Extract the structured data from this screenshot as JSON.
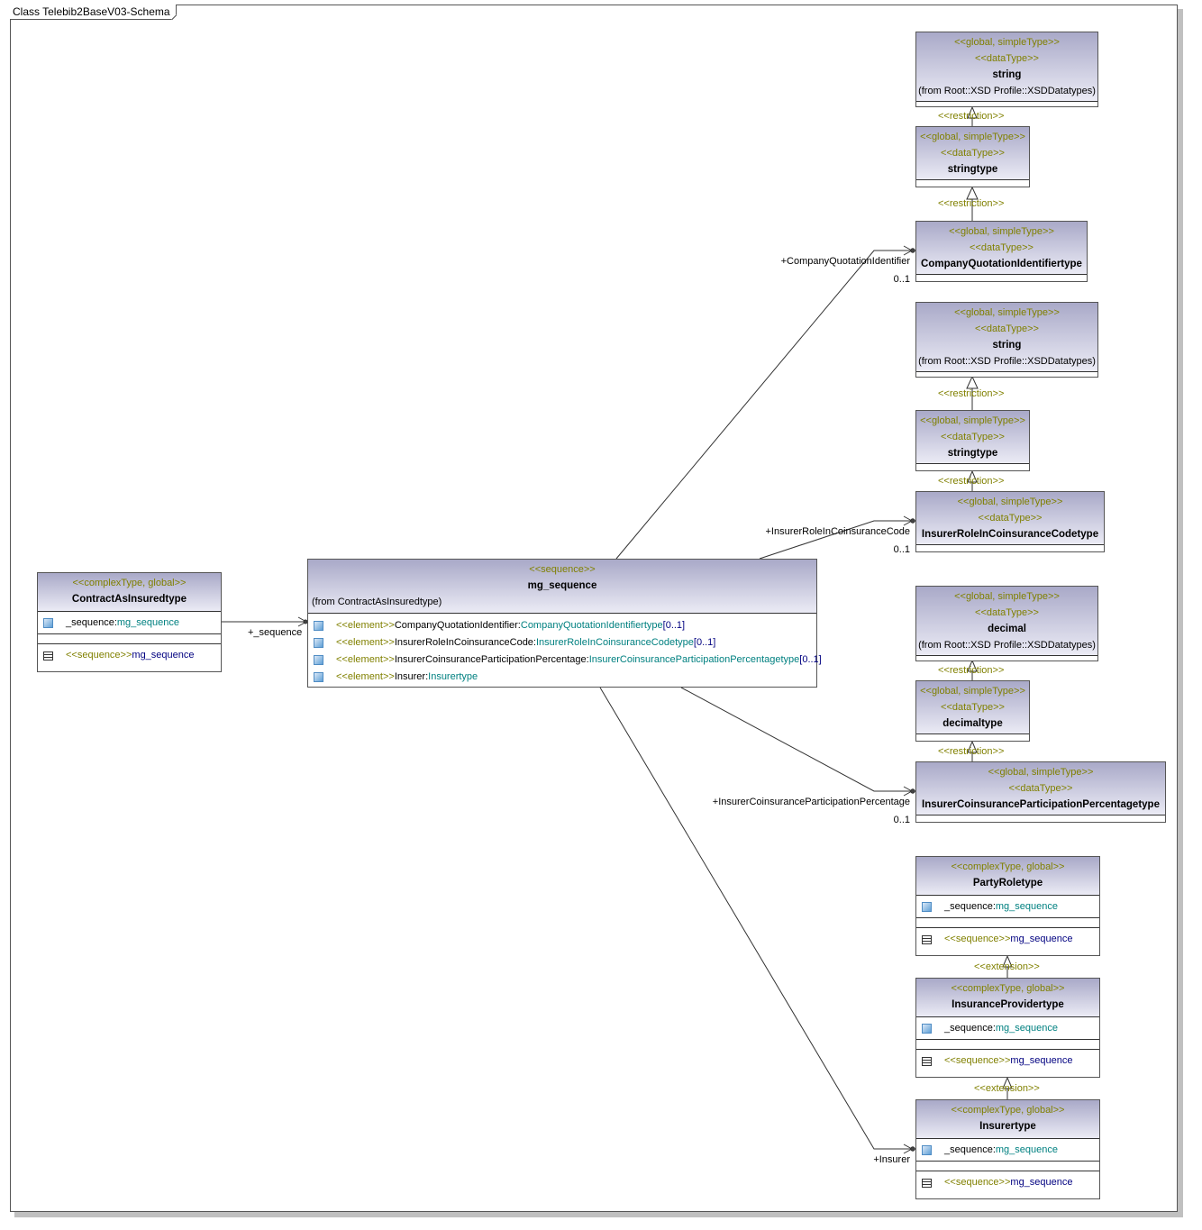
{
  "frame": {
    "title": "Class Telebib2BaseV03-Schema"
  },
  "classes": {
    "contract": {
      "stereotype": "<<complexType, global>>",
      "name": "ContractAsInsuredtype",
      "attr_name": "_sequence:",
      "attr_type": "mg_sequence",
      "op_stereotype": "<<sequence>>",
      "op_name": " mg_sequence"
    },
    "mg_sequence": {
      "stereotype": "<<sequence>>",
      "name": "mg_sequence",
      "from": "(from ContractAsInsuredtype)",
      "elements": [
        {
          "stereotype": "<<element>>",
          "name": " CompanyQuotationIdentifier:",
          "type": "CompanyQuotationIdentifiertype",
          "mult": "[0..1]"
        },
        {
          "stereotype": "<<element>>",
          "name": " InsurerRoleInCoinsuranceCode:",
          "type": "InsurerRoleInCoinsuranceCodetype",
          "mult": "[0..1]"
        },
        {
          "stereotype": "<<element>>",
          "name": " InsurerCoinsuranceParticipationPercentage:",
          "type": "InsurerCoinsuranceParticipationPercentagetype",
          "mult": "[0..1]"
        },
        {
          "stereotype": "<<element>>",
          "name": " Insurer:",
          "type": "Insurertype",
          "mult": ""
        }
      ]
    },
    "string1": {
      "stereo1": "<<global, simpleType>>",
      "stereo2": "<<dataType>>",
      "name": "string",
      "from": "(from Root::XSD Profile::XSDDatatypes)"
    },
    "stringtype1": {
      "stereo1": "<<global, simpleType>>",
      "stereo2": "<<dataType>>",
      "name": "stringtype"
    },
    "cqi": {
      "stereo1": "<<global, simpleType>>",
      "stereo2": "<<dataType>>",
      "name": "CompanyQuotationIdentifiertype"
    },
    "string2": {
      "stereo1": "<<global, simpleType>>",
      "stereo2": "<<dataType>>",
      "name": "string",
      "from": "(from Root::XSD Profile::XSDDatatypes)"
    },
    "stringtype2": {
      "stereo1": "<<global, simpleType>>",
      "stereo2": "<<dataType>>",
      "name": "stringtype"
    },
    "irc": {
      "stereo1": "<<global, simpleType>>",
      "stereo2": "<<dataType>>",
      "name": "InsurerRoleInCoinsuranceCodetype"
    },
    "decimal": {
      "stereo1": "<<global, simpleType>>",
      "stereo2": "<<dataType>>",
      "name": "decimal",
      "from": "(from Root::XSD Profile::XSDDatatypes)"
    },
    "decimaltype": {
      "stereo1": "<<global, simpleType>>",
      "stereo2": "<<dataType>>",
      "name": "decimaltype"
    },
    "icpp": {
      "stereo1": "<<global, simpleType>>",
      "stereo2": "<<dataType>>",
      "name": "InsurerCoinsuranceParticipationPercentagetype"
    },
    "partyrole": {
      "stereotype": "<<complexType, global>>",
      "name": "PartyRoletype",
      "attr_name": "_sequence:",
      "attr_type": "mg_sequence",
      "op_stereotype": "<<sequence>>",
      "op_name": " mg_sequence"
    },
    "insprov": {
      "stereotype": "<<complexType, global>>",
      "name": "InsuranceProvidertype",
      "attr_name": "_sequence:",
      "attr_type": "mg_sequence",
      "op_stereotype": "<<sequence>>",
      "op_name": " mg_sequence"
    },
    "insurer": {
      "stereotype": "<<complexType, global>>",
      "name": "Insurertype",
      "attr_name": "_sequence:",
      "attr_type": "mg_sequence",
      "op_stereotype": "<<sequence>>",
      "op_name": " mg_sequence"
    }
  },
  "connectors": {
    "restriction": "<<restriction>>",
    "extension": "<<extension>>",
    "sequence_role": "+_sequence",
    "cqi_role": "+CompanyQuotationIdentifier",
    "irc_role": "+InsurerRoleInCoinsuranceCode",
    "icpp_role": "+InsurerCoinsuranceParticipationPercentage",
    "insurer_role": "+Insurer",
    "multiplicity": "0..1"
  }
}
